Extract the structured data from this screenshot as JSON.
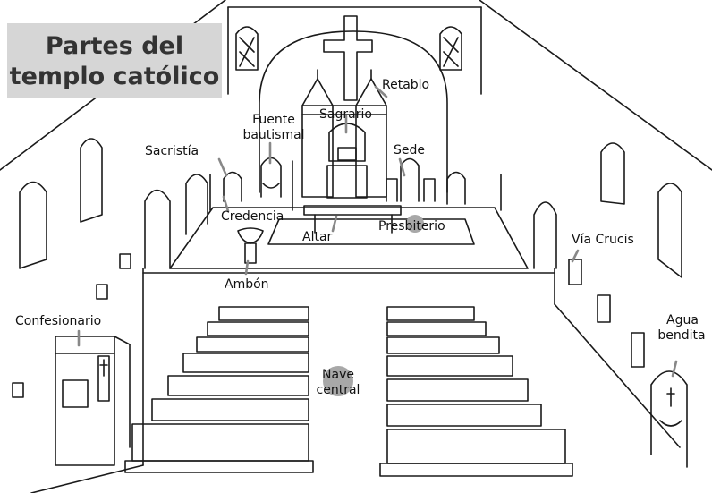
{
  "title": {
    "line1": "Partes del",
    "line2": "templo católico",
    "box_color": "#d6d6d6",
    "text_color": "#333333"
  },
  "labels": {
    "retablo": "Retablo",
    "fuente_1": "Fuente",
    "fuente_2": "bautismal",
    "sagrario": "Sagrario",
    "sacristia": "Sacristía",
    "sede": "Sede",
    "credencia": "Credencia",
    "altar": "Altar",
    "presbiterio": "Presbiterio",
    "ambon": "Ambón",
    "via_crucis": "Vía Crucis",
    "confesionario": "Confesionario",
    "agua_1": "Agua",
    "agua_2": "bendita",
    "nave_1": "Nave",
    "nave_2": "central"
  },
  "colors": {
    "line": "#1a1a1a",
    "marker": "#a8a8a8"
  }
}
